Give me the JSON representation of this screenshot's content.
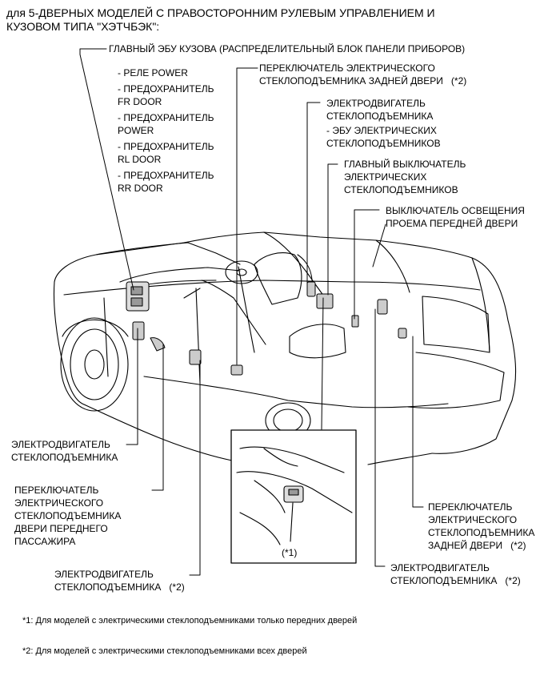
{
  "header": {
    "line1": "для 5-ДВЕРНЫХ МОДЕЛЕЙ С ПРАВОСТОРОННИМ РУЛЕВЫМ УПРАВЛЕНИЕМ И",
    "line2": "КУЗОВОМ ТИПА \"ХЭТЧБЭК\":"
  },
  "labels": {
    "main_ecu": "ГЛАВНЫЙ ЭБУ КУЗОВА (РАСПРЕДЕЛИТЕЛЬНЫЙ БЛОК ПАНЕЛИ ПРИБОРОВ)",
    "ecu_items": [
      "- РЕЛЕ POWER",
      "- ПРЕДОХРАНИТЕЛЬ",
      "FR DOOR",
      "- ПРЕДОХРАНИТЕЛЬ",
      "POWER",
      "- ПРЕДОХРАНИТЕЛЬ",
      "RL DOOR",
      "- ПРЕДОХРАНИТЕЛЬ",
      "RR DOOR"
    ],
    "rear_switch_top": [
      "ПЕРЕКЛЮЧАТЕЛЬ ЭЛЕКТРИЧЕСКОГО",
      "СТЕКЛОПОДЪЕМНИКА ЗАДНЕЙ ДВЕРИ   (*2)"
    ],
    "motor_ecu": [
      "ЭЛЕКТРОДВИГАТЕЛЬ",
      "СТЕКЛОПОДЪЕМНИКА",
      "- ЭБУ ЭЛЕКТРИЧЕСКИХ",
      "СТЕКЛОПОДЪЕМНИКОВ"
    ],
    "master_switch": [
      "ГЛАВНЫЙ ВЫКЛЮЧАТЕЛЬ",
      "ЭЛЕКТРИЧЕСКИХ",
      "СТЕКЛОПОДЪЕМНИКОВ"
    ],
    "courtesy_switch": [
      "ВЫКЛЮЧАТЕЛЬ ОСВЕЩЕНИЯ",
      "ПРОЕМА ПЕРЕДНЕЙ ДВЕРИ"
    ],
    "left_motor": [
      "ЭЛЕКТРОДВИГАТЕЛЬ",
      "СТЕКЛОПОДЪЕМНИКА"
    ],
    "passenger_switch": [
      "ПЕРЕКЛЮЧАТЕЛЬ",
      "ЭЛЕКТРИЧЕСКОГО",
      "СТЕКЛОПОДЪЕМНИКА",
      "ДВЕРИ ПЕРЕДНЕГО",
      "ПАССАЖИРА"
    ],
    "rear_left_motor": [
      "ЭЛЕКТРОДВИГАТЕЛЬ",
      "СТЕКЛОПОДЪЕМНИКА   (*2)"
    ],
    "rear_switch_right": [
      "ПЕРЕКЛЮЧАТЕЛЬ",
      "ЭЛЕКТРИЧЕСКОГО",
      "СТЕКЛОПОДЪЕМНИКА",
      "ЗАДНЕЙ ДВЕРИ   (*2)"
    ],
    "rear_right_motor": [
      "ЭЛЕКТРОДВИГАТЕЛЬ",
      "СТЕКЛОПОДЪЕМНИКА   (*2)"
    ],
    "inset_mark": "(*1)"
  },
  "footnotes": {
    "note1": "*1: Для моделей с электрическими стеклоподъемниками только передних дверей",
    "note2": "*2: Для моделей с электрическими стеклоподъемниками всех дверей"
  }
}
